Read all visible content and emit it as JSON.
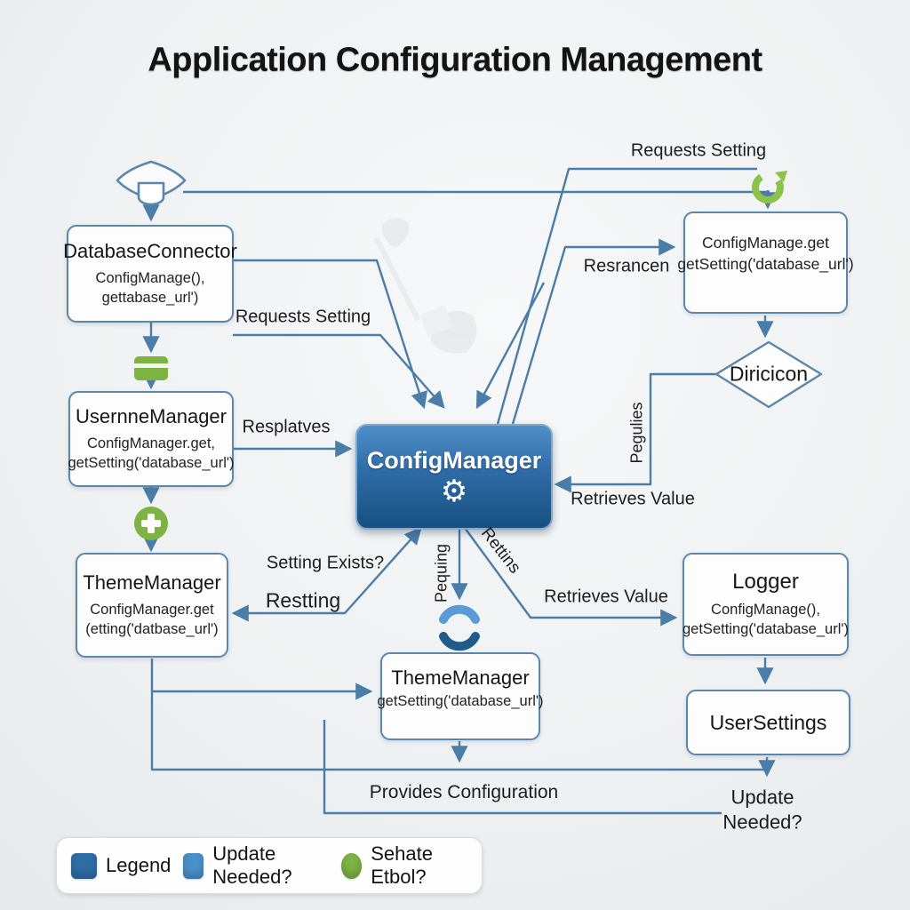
{
  "title": "Application Configuration Management",
  "colors": {
    "edge": "#4a7da8",
    "node_border": "#5b87ad",
    "center_gradient_top": "#4f8fc9",
    "center_gradient_bottom": "#175081",
    "green_icon": "#7cb342",
    "legend_dark_blue": "#2e6da4",
    "legend_blue": "#4a90c7",
    "legend_green": "#7cb342"
  },
  "icons": {
    "gear": "⚙"
  },
  "nodes": {
    "database_connector": {
      "title": "DatabaseConnector",
      "line1": "ConfigManage(),",
      "line2": "gettabase_url')"
    },
    "username_manager": {
      "title": "UsernneManager",
      "line1": "ConfigManager.get,",
      "line2": "getSetting('database_url')"
    },
    "theme_manager_left": {
      "title": "ThemeManager",
      "line1": "ConfigManager.get",
      "line2": "(etting('datbase_url')"
    },
    "config_manager": {
      "title": "ConfigManager"
    },
    "request_box": {
      "line1": "ConfigManage.get",
      "line2": "getSetting('database_url')"
    },
    "decision": {
      "title": "Diricicon"
    },
    "logger": {
      "title": "Logger",
      "line1": "ConfigManage(),",
      "line2": "getSetting('database_url')"
    },
    "user_settings": {
      "title": "UserSettings"
    },
    "theme_manager_bottom": {
      "title": "ThemeManager",
      "line1": "getSetting('database_url')"
    }
  },
  "labels": {
    "requests_setting_top": "Requests Setting",
    "resrancen": "Resrancen",
    "requests_setting_left": "Requests Setting",
    "resplatves": "Resplatves",
    "pegulies": "Pegulies",
    "retrieves_value_right": "Retrieves Value",
    "setting_exists": "Setting Exists?",
    "restting": "Restting",
    "pequing": "Pequing",
    "rettins": "Rettins",
    "retrieves_value_logger": "Retrieves Value",
    "provides_configuration": "Provides Configuration",
    "update_needed_line1": "Update",
    "update_needed_line2": "Needed?"
  },
  "legend": {
    "items": [
      {
        "label": "Legend",
        "color": "#2e6da4",
        "shape": "square"
      },
      {
        "label": "Update Needed?",
        "color": "#4a90c7",
        "shape": "square"
      },
      {
        "label": "Sehate Etbol?",
        "color": "#7cb342",
        "shape": "circle"
      }
    ]
  }
}
